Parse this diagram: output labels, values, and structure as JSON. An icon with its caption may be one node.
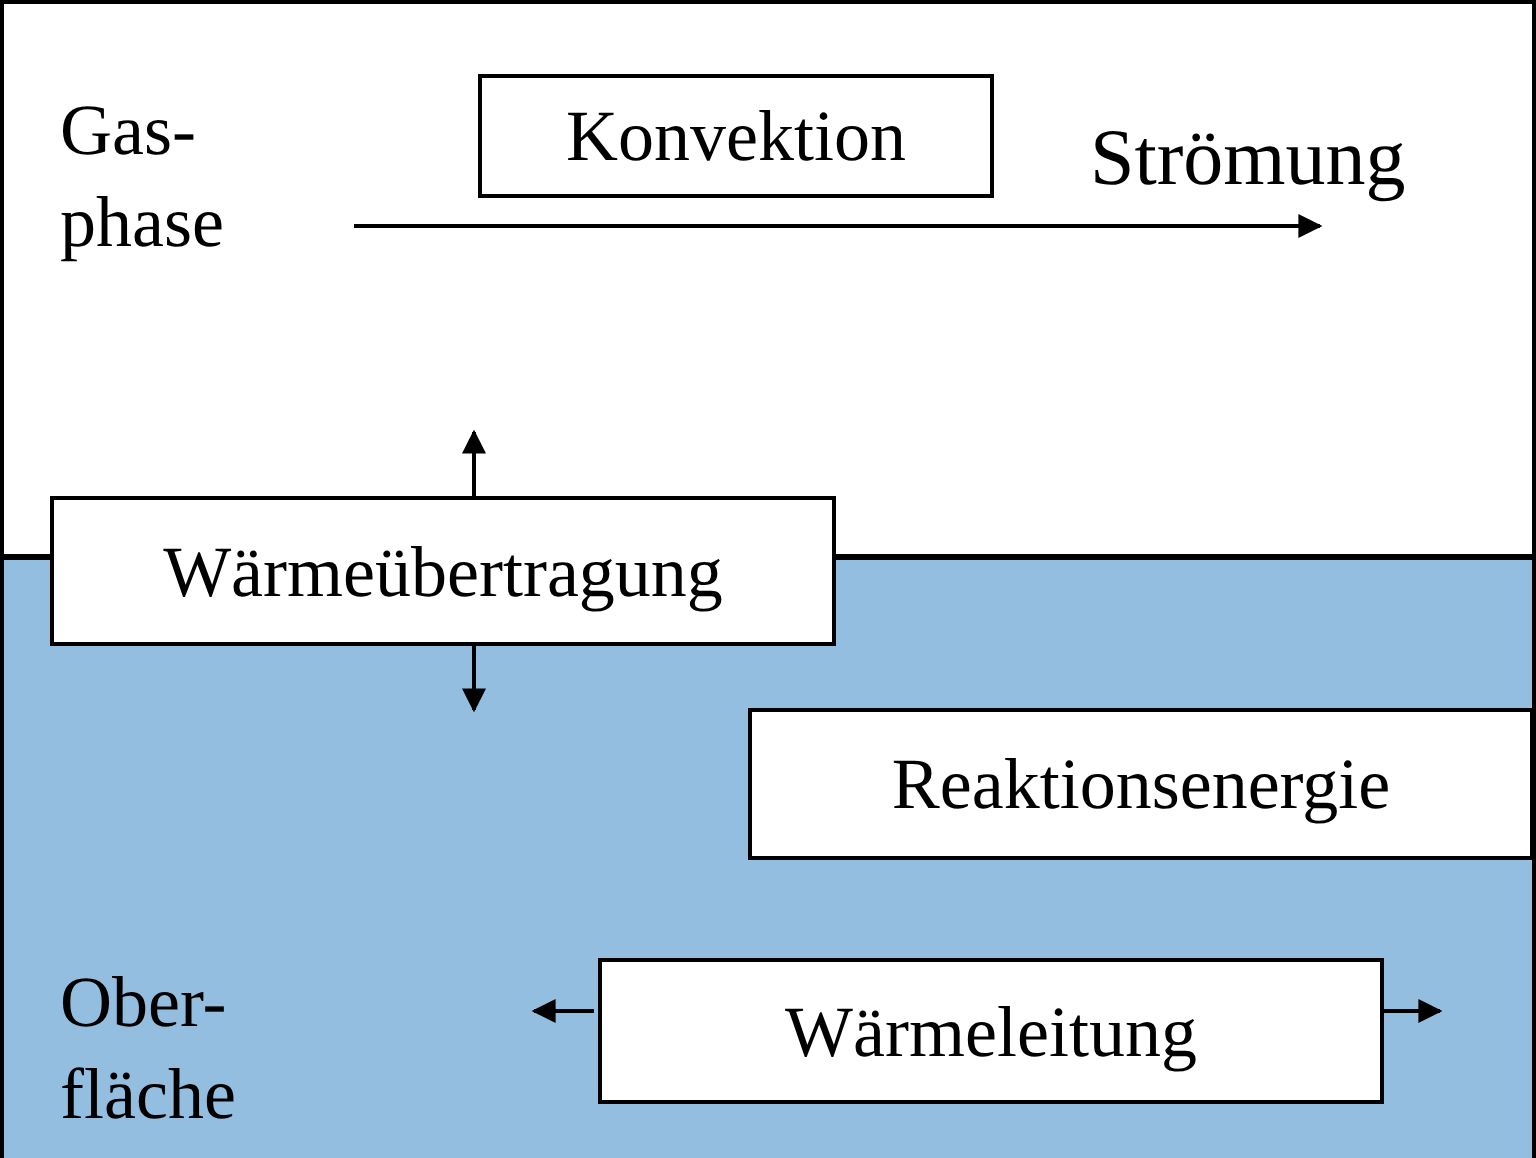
{
  "diagram": {
    "nodes": [
      {
        "text": [
          "Gas- phase"
        ]
      },
      {
        "text": [
          "Konvektion"
        ],
        "in": 0
      },
      {
        "text": [
          "Ober- fläche"
        ]
      },
      {
        "text": [
          "Wärmeübertragung"
        ]
      },
      {
        "text": [
          "Reaktionsenergie"
        ],
        "in": 2
      },
      {
        "text": [
          "Wärmeleitung"
        ],
        "in": 2
      }
    ],
    "edges": [
      {
        "from": 3,
        "to": null,
        "arrow": "to"
      },
      {
        "from": 3,
        "to": null,
        "arrow": "to"
      },
      {
        "from": 5,
        "to": null,
        "arrow": "to"
      },
      {
        "from": 5,
        "to": null,
        "arrow": "to"
      }
    ],
    "labels": [
      "Strömung"
    ]
  }
}
